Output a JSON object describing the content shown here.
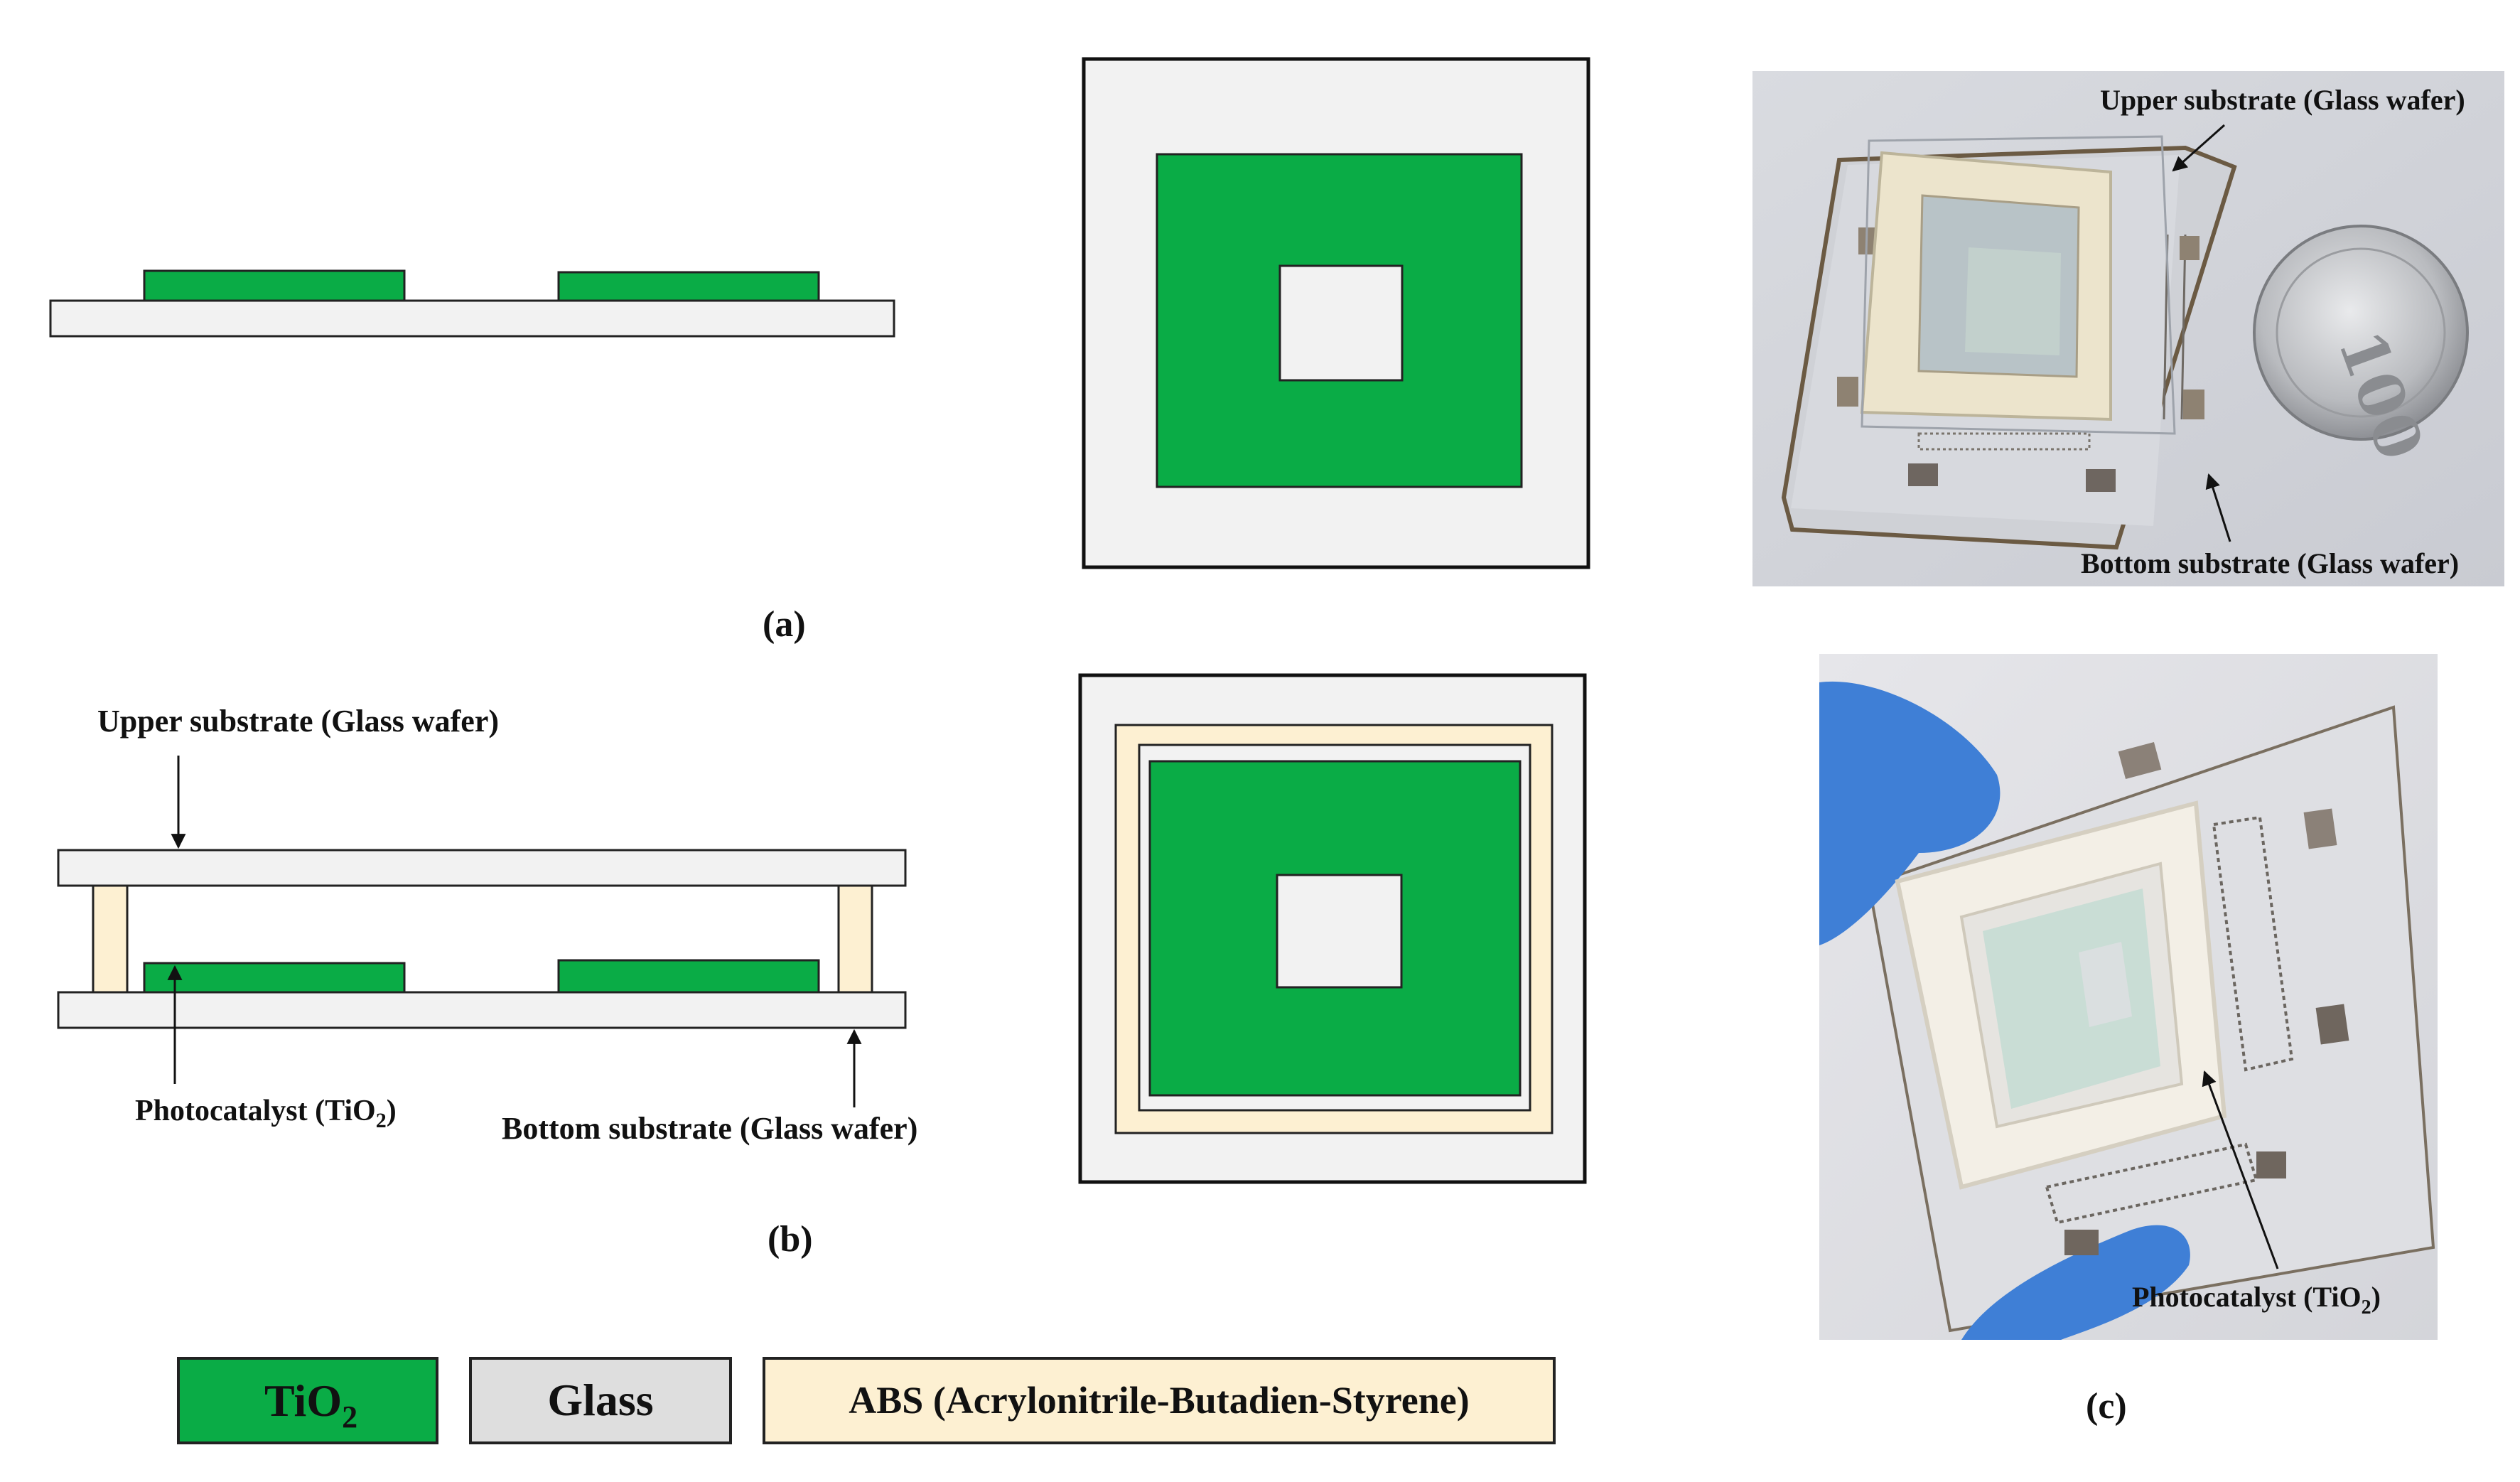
{
  "colors": {
    "tio2": "#0aac46",
    "glass": "#f2f2f2",
    "glass_legend": "#dedede",
    "abs": "#fdf0d2",
    "outline": "#222222"
  },
  "panels": {
    "a": {
      "caption": "(a)"
    },
    "b": {
      "caption": "(b)",
      "upper_label": "Upper  substrate (Glass wafer)",
      "photocatalyst_label": "Photocatalyst (TiO",
      "photocatalyst_sub": "2",
      "photocatalyst_close": ")",
      "bottom_label": "Bottom  substrate (Glass wafer)"
    },
    "c": {
      "caption": "(c)",
      "photo1_upper_label": "Upper substrate (Glass wafer)",
      "photo1_bottom_label": "Bottom substrate (Glass wafer)",
      "photo2_label": "Photocatalyst (TiO",
      "photo2_sub": "2",
      "photo2_close": ")"
    }
  },
  "legend": {
    "tio2_label": "TiO",
    "tio2_sub": "2",
    "glass_label": "Glass",
    "abs_label": "ABS (Acrylonitrile-Butadien-Styrene)"
  }
}
